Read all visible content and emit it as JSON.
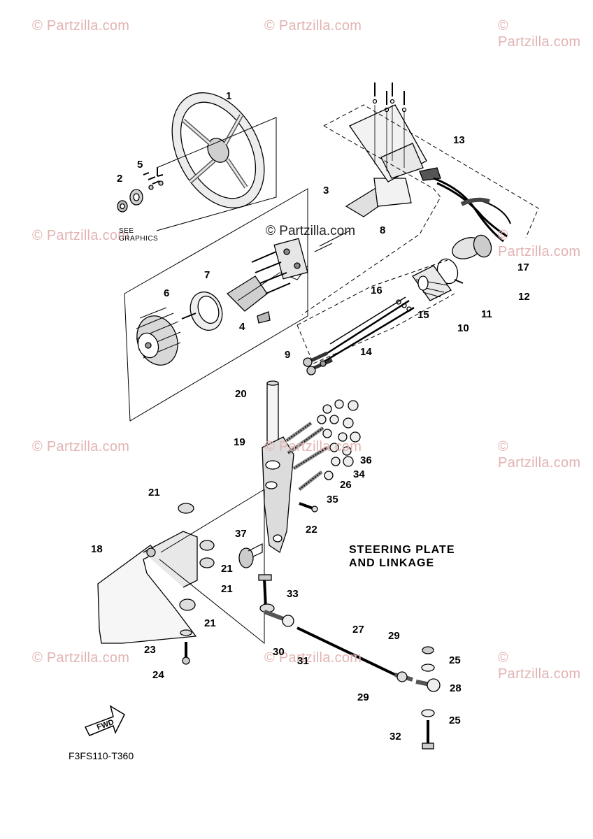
{
  "watermarks": {
    "text": "© Partzilla.com",
    "center_text": "© Partzilla.com"
  },
  "title": {
    "line1": "STEERING PLATE",
    "line2": "AND LINKAGE"
  },
  "see_graphics": {
    "line1": "SEE",
    "line2": "GRAPHICS"
  },
  "drawing_code": "F3FS110-T360",
  "fwd_label": "FWD",
  "callouts": [
    "1",
    "2",
    "3",
    "4",
    "5",
    "6",
    "7",
    "8",
    "9",
    "10",
    "11",
    "12",
    "13",
    "14",
    "15",
    "16",
    "17",
    "18",
    "19",
    "20",
    "21",
    "21",
    "21",
    "21",
    "22",
    "23",
    "24",
    "25",
    "25",
    "26",
    "27",
    "28",
    "29",
    "29",
    "30",
    "31",
    "32",
    "33",
    "34",
    "35",
    "36",
    "37"
  ],
  "colors": {
    "line": "#000000",
    "watermark": "#e2b3b3",
    "part_fill": "#d9d9d9"
  }
}
